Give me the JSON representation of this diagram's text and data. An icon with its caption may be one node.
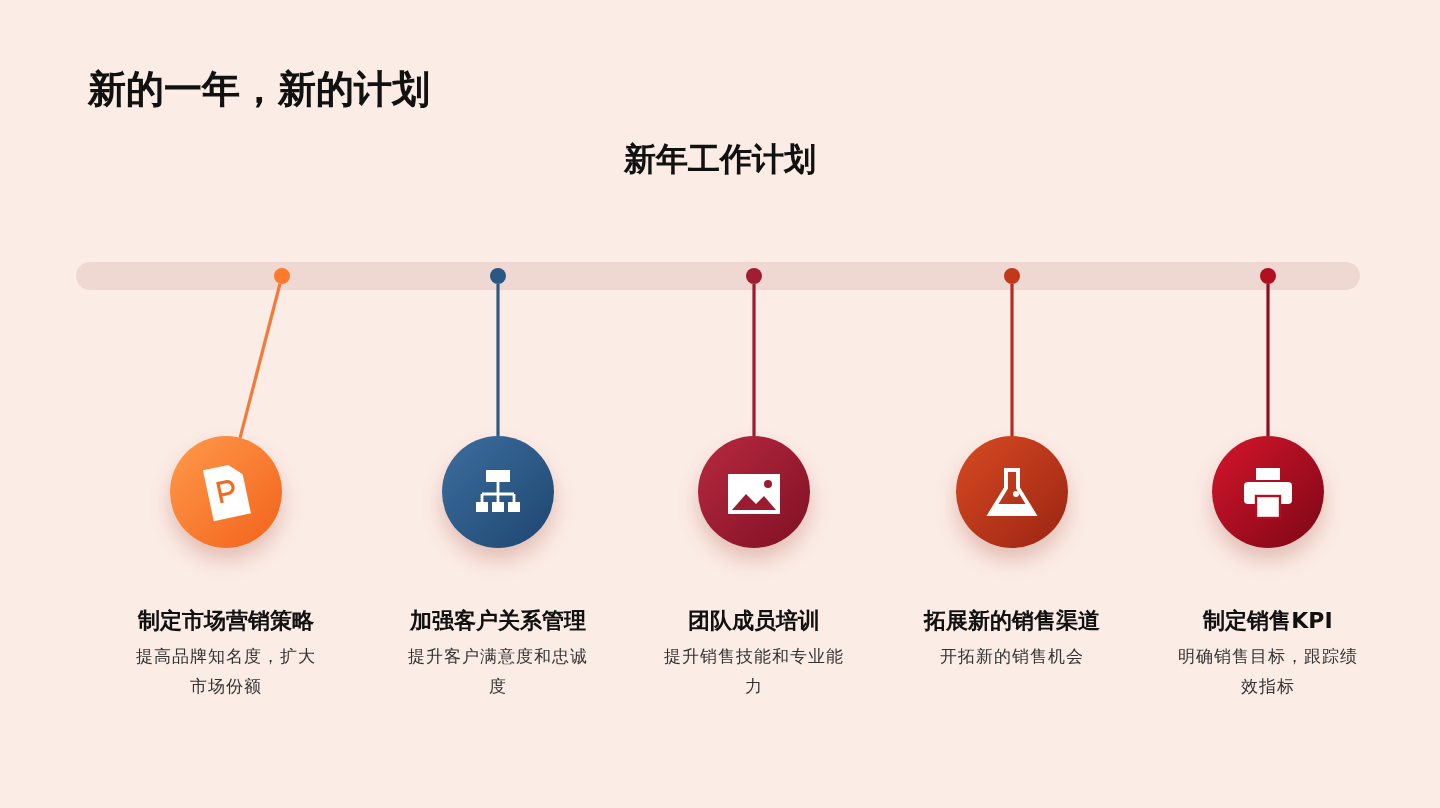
{
  "diagram": {
    "title": "新的一年，新的计划",
    "nodes": [
      {
        "text": [],
        "shape": "circle"
      },
      {
        "text": [],
        "shape": "circle"
      },
      {
        "text": [],
        "shape": "circle"
      },
      {
        "text": [],
        "shape": "circle"
      },
      {
        "text": [],
        "shape": "circle"
      },
      {
        "text": [],
        "shape": "circle",
        "beside": [
          "制定市场营销策略",
          "提高品牌知名度，扩大市场份额"
        ]
      },
      {
        "text": [],
        "shape": "circle",
        "beside": [
          "加强客户关系管理",
          "提升客户满意度和忠诚度"
        ]
      },
      {
        "text": [],
        "shape": "circle",
        "beside": [
          "团队成员培训",
          "提升销售技能和专业能力"
        ]
      },
      {
        "text": [],
        "shape": "circle",
        "beside": [
          "拓展新的销售渠道",
          "开拓新的销售机会"
        ]
      },
      {
        "text": [],
        "shape": "circle",
        "beside": [
          "制定销售KPI",
          "明确销售目标，跟踪绩效指标"
        ]
      }
    ],
    "edges": [
      {
        "from": 0,
        "to": 5,
        "arrow": "none",
        "color": "#f47a3a"
      },
      {
        "from": 1,
        "to": 6,
        "arrow": "none",
        "color": "#2d5a85"
      },
      {
        "from": 2,
        "to": 7,
        "arrow": "none",
        "color": "#9b1b30"
      },
      {
        "from": 3,
        "to": 8,
        "arrow": "none",
        "color": "#b0301f"
      },
      {
        "from": 4,
        "to": 9,
        "arrow": "none",
        "color": "#8b0f1e"
      }
    ],
    "labels": [
      "新年工作计划"
    ]
  }
}
